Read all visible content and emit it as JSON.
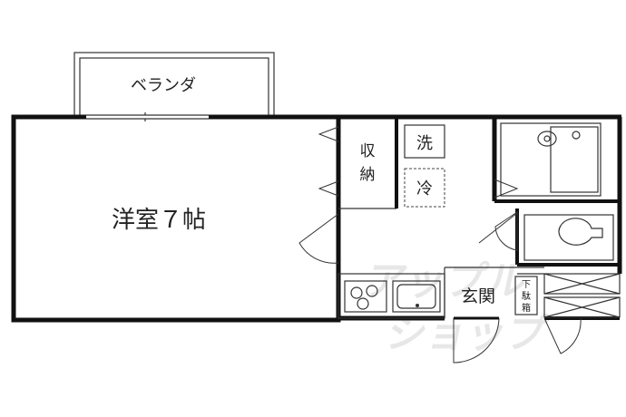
{
  "plan": {
    "rooms": {
      "balcony": "ベランダ",
      "western_room": "洋室７帖",
      "storage_top": "収",
      "storage_bottom": "納",
      "washer": "洗",
      "fridge": "冷",
      "entrance": "玄関",
      "shoe_box_1": "下",
      "shoe_box_2": "駄",
      "shoe_box_3": "箱"
    },
    "watermark": "アップルショップ",
    "colors": {
      "wall": "#111111",
      "line": "#333333",
      "watermark": "#cfcfcf"
    }
  }
}
